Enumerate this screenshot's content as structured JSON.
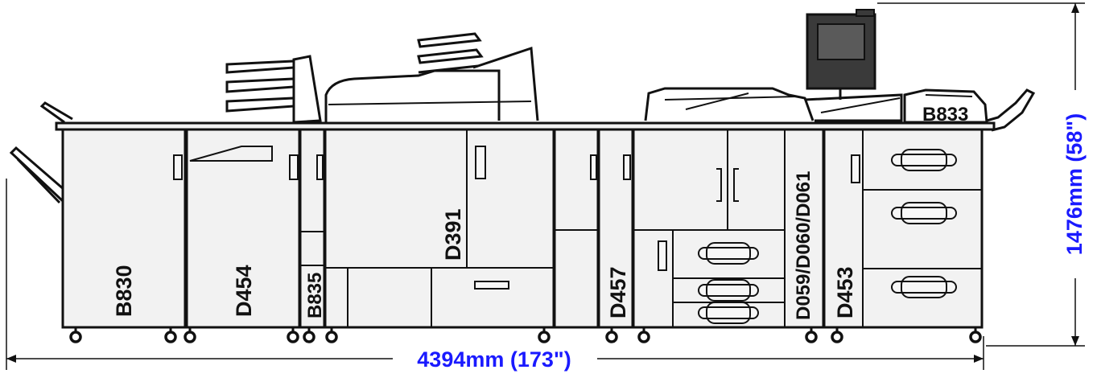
{
  "modules": {
    "b830": "B830",
    "d454": "D454",
    "b835": "B835",
    "d391": "D391",
    "d457": "D457",
    "d059": "D059/D060/D061",
    "d453": "D453",
    "b833": "B833"
  },
  "dimensions": {
    "width_label": "4394mm (173\")",
    "height_label": "1476mm (58\")"
  },
  "colors": {
    "dimension_text": "#1a1aff",
    "outline": "#111111"
  }
}
